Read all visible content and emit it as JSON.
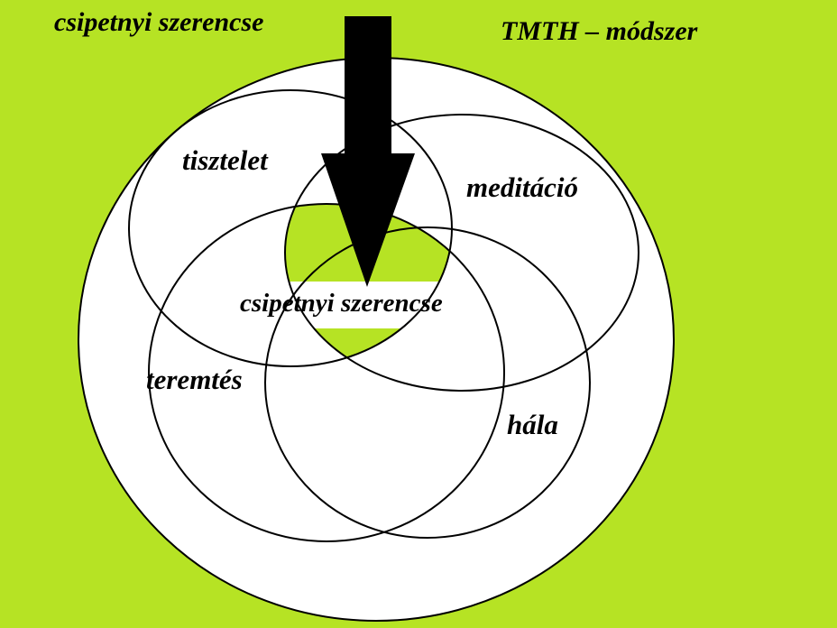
{
  "header": {
    "left_title": "csipetnyi szerencse",
    "right_title": "TMTH – módszer"
  },
  "circles": [
    {
      "label": "tisztelet"
    },
    {
      "label": "meditáció"
    },
    {
      "label": "teremtés"
    },
    {
      "label": "hála"
    }
  ],
  "center_label": "csipetnyi szerencse",
  "colors": {
    "background": "#b6e324",
    "circle_fill": "#ffffff",
    "stroke": "#000000",
    "arrow": "#000000",
    "center_highlight": "#b6e324"
  }
}
